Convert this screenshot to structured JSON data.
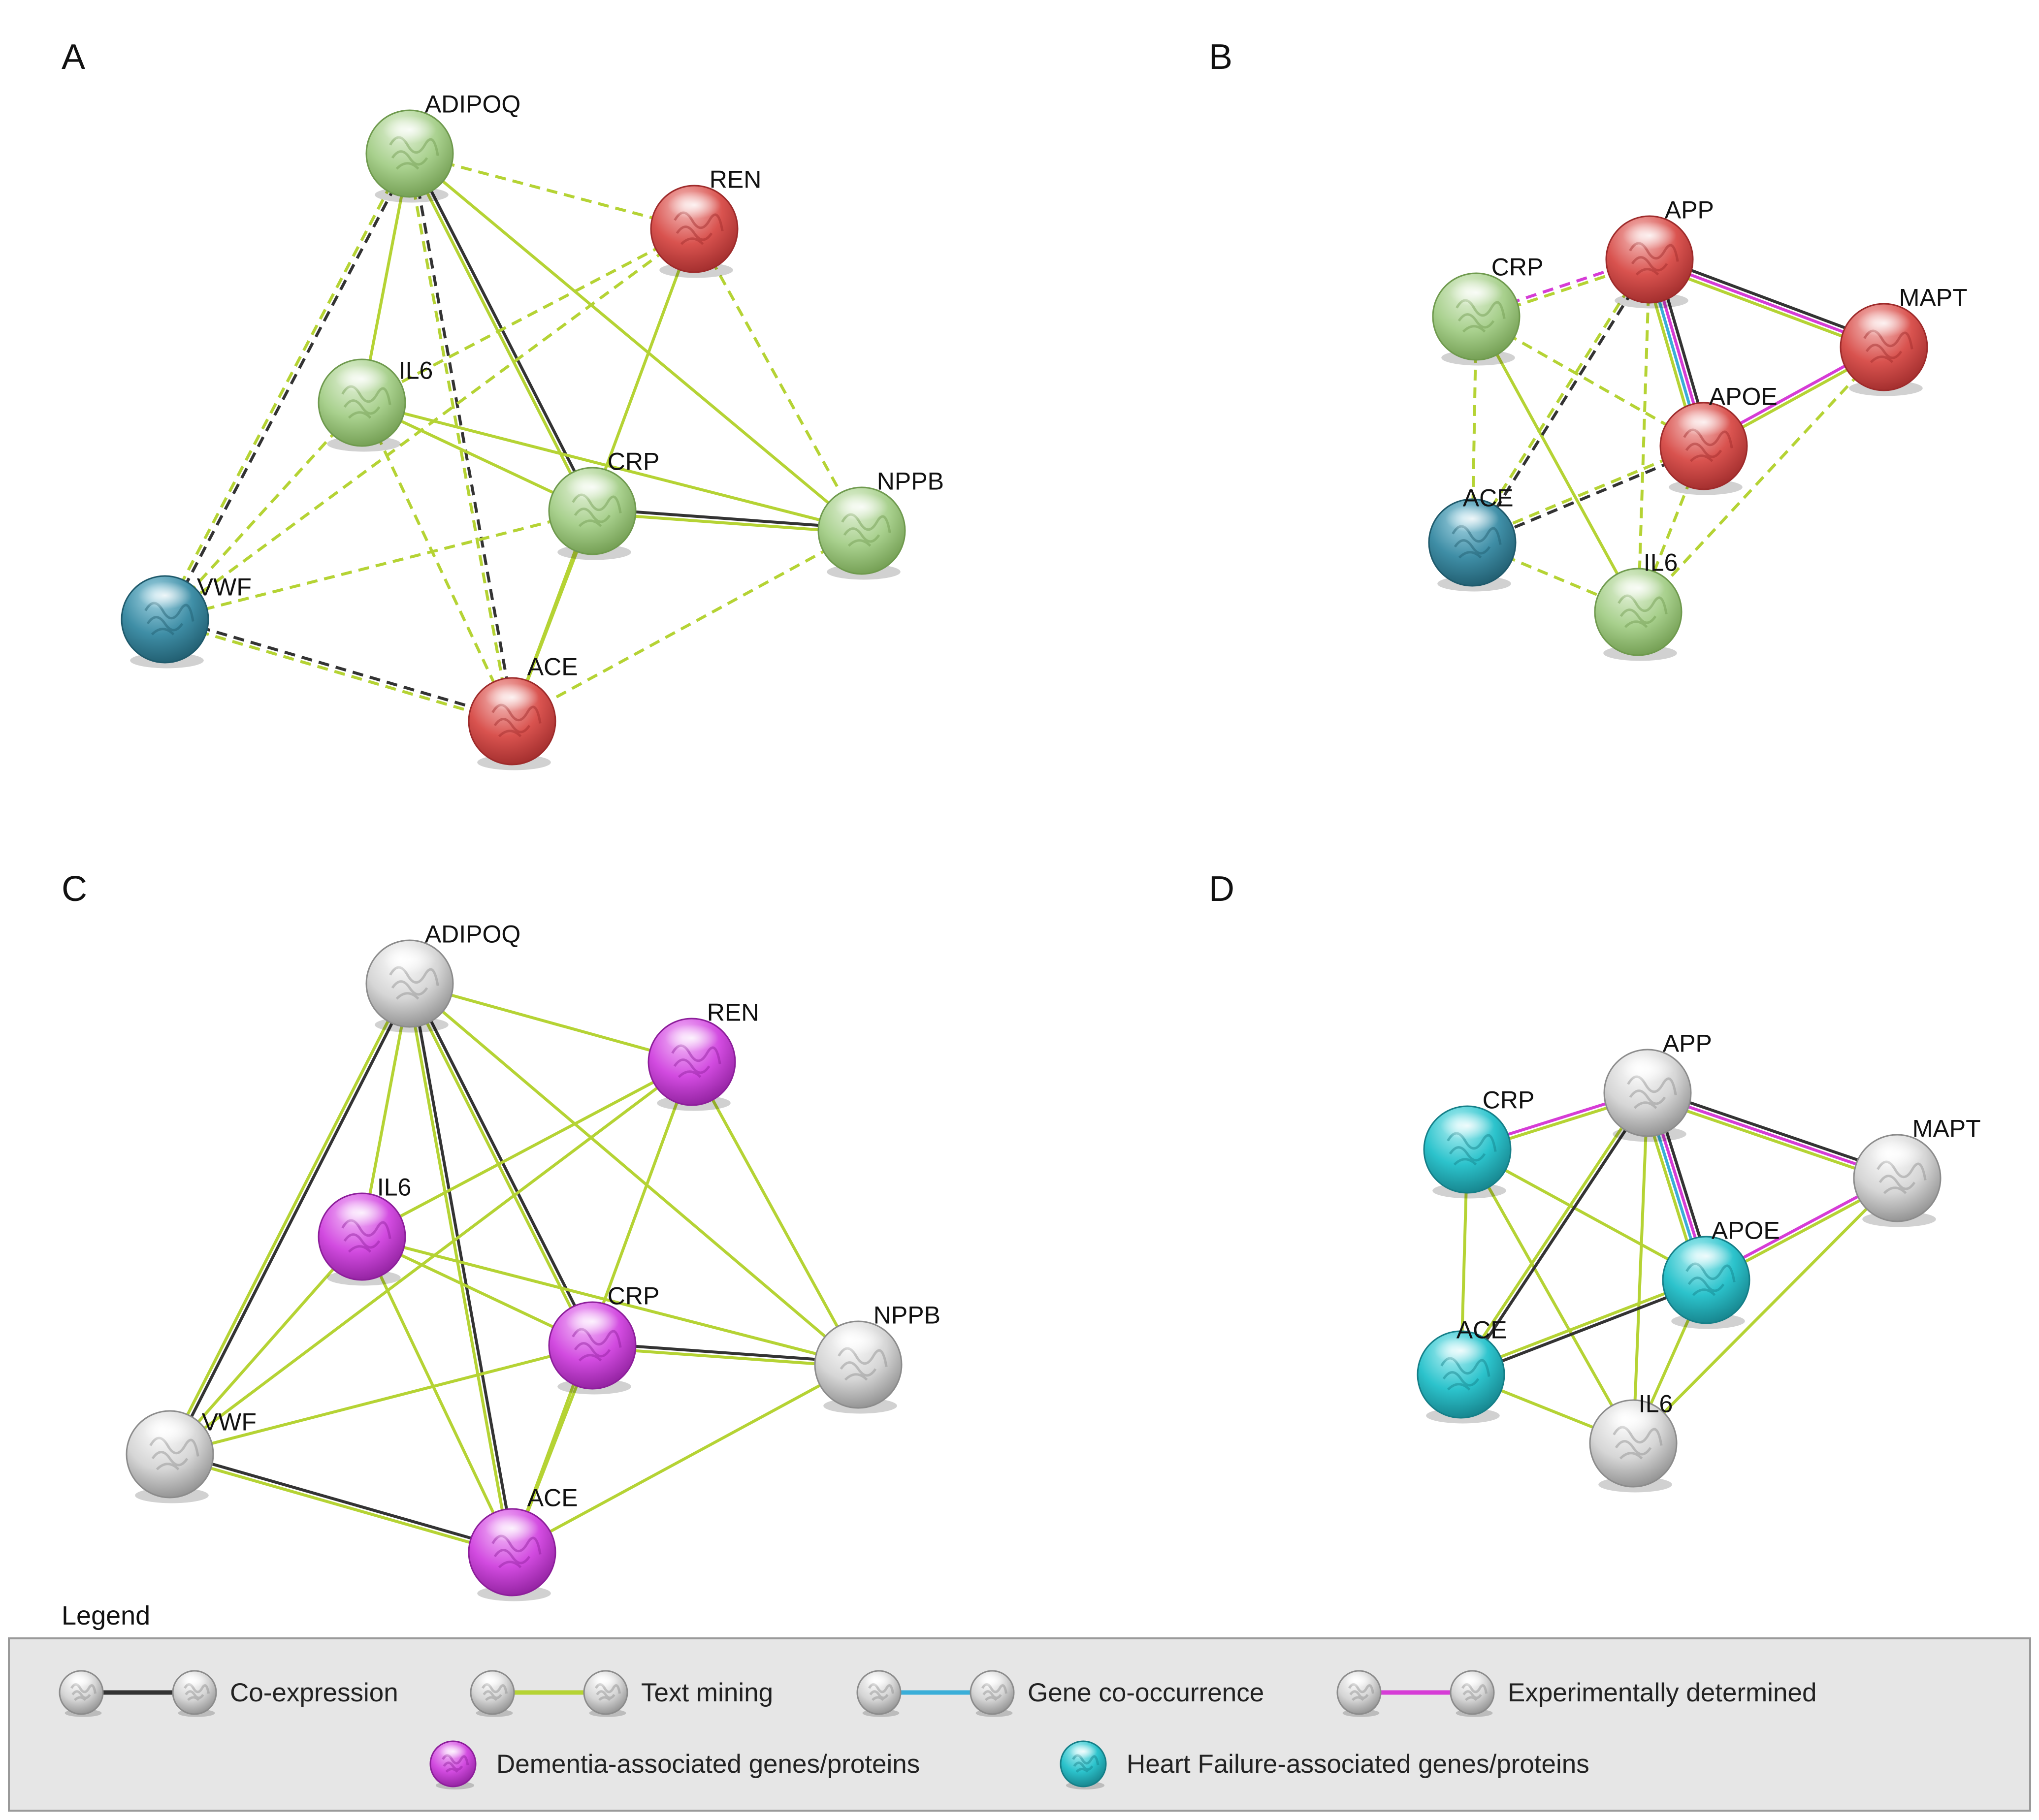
{
  "panels": [
    {
      "letter": "A",
      "nodes": [
        {
          "id": "ADIPOQ",
          "label": "ADIPOQ",
          "color": "green"
        },
        {
          "id": "REN",
          "label": "REN",
          "color": "red"
        },
        {
          "id": "IL6",
          "label": "IL6",
          "color": "green"
        },
        {
          "id": "CRP",
          "label": "CRP",
          "color": "green"
        },
        {
          "id": "NPPB",
          "label": "NPPB",
          "color": "green"
        },
        {
          "id": "VWF",
          "label": "VWF",
          "color": "blue"
        },
        {
          "id": "ACE",
          "label": "ACE",
          "color": "red"
        }
      ],
      "edges": [
        {
          "from": "ADIPOQ",
          "to": "REN",
          "types": [
            "text-mining"
          ],
          "dashed": true
        },
        {
          "from": "ADIPOQ",
          "to": "IL6",
          "types": [
            "text-mining"
          ],
          "dashed": false
        },
        {
          "from": "ADIPOQ",
          "to": "CRP",
          "types": [
            "co-expression",
            "text-mining"
          ],
          "dashed": false
        },
        {
          "from": "ADIPOQ",
          "to": "NPPB",
          "types": [
            "text-mining"
          ],
          "dashed": false
        },
        {
          "from": "ADIPOQ",
          "to": "VWF",
          "types": [
            "co-expression",
            "text-mining"
          ],
          "dashed": true
        },
        {
          "from": "ADIPOQ",
          "to": "ACE",
          "types": [
            "co-expression",
            "text-mining"
          ],
          "dashed": true
        },
        {
          "from": "REN",
          "to": "IL6",
          "types": [
            "text-mining"
          ],
          "dashed": true
        },
        {
          "from": "REN",
          "to": "VWF",
          "types": [
            "text-mining"
          ],
          "dashed": true
        },
        {
          "from": "REN",
          "to": "ACE",
          "types": [
            "text-mining"
          ],
          "dashed": false
        },
        {
          "from": "REN",
          "to": "NPPB",
          "types": [
            "text-mining"
          ],
          "dashed": true
        },
        {
          "from": "IL6",
          "to": "CRP",
          "types": [
            "text-mining"
          ],
          "dashed": false
        },
        {
          "from": "IL6",
          "to": "NPPB",
          "types": [
            "text-mining"
          ],
          "dashed": false
        },
        {
          "from": "IL6",
          "to": "VWF",
          "types": [
            "text-mining"
          ],
          "dashed": true
        },
        {
          "from": "IL6",
          "to": "ACE",
          "types": [
            "text-mining"
          ],
          "dashed": true
        },
        {
          "from": "CRP",
          "to": "NPPB",
          "types": [
            "co-expression",
            "text-mining"
          ],
          "dashed": false
        },
        {
          "from": "CRP",
          "to": "VWF",
          "types": [
            "text-mining"
          ],
          "dashed": true
        },
        {
          "from": "CRP",
          "to": "ACE",
          "types": [
            "text-mining"
          ],
          "dashed": false
        },
        {
          "from": "NPPB",
          "to": "ACE",
          "types": [
            "text-mining"
          ],
          "dashed": true
        },
        {
          "from": "VWF",
          "to": "ACE",
          "types": [
            "co-expression",
            "text-mining"
          ],
          "dashed": true
        }
      ]
    },
    {
      "letter": "B",
      "nodes": [
        {
          "id": "CRP",
          "label": "CRP",
          "color": "green"
        },
        {
          "id": "APP",
          "label": "APP",
          "color": "red"
        },
        {
          "id": "MAPT",
          "label": "MAPT",
          "color": "red"
        },
        {
          "id": "APOE",
          "label": "APOE",
          "color": "red"
        },
        {
          "id": "ACE",
          "label": "ACE",
          "color": "blue"
        },
        {
          "id": "IL6",
          "label": "IL6",
          "color": "green"
        }
      ],
      "edges": [
        {
          "from": "CRP",
          "to": "APP",
          "types": [
            "experimental",
            "text-mining"
          ],
          "dashed": true
        },
        {
          "from": "CRP",
          "to": "APOE",
          "types": [
            "text-mining"
          ],
          "dashed": true
        },
        {
          "from": "CRP",
          "to": "ACE",
          "types": [
            "text-mining"
          ],
          "dashed": true
        },
        {
          "from": "CRP",
          "to": "IL6",
          "types": [
            "text-mining"
          ],
          "dashed": false
        },
        {
          "from": "APP",
          "to": "MAPT",
          "types": [
            "co-expression",
            "experimental",
            "text-mining"
          ],
          "dashed": false
        },
        {
          "from": "APP",
          "to": "APOE",
          "types": [
            "co-expression",
            "experimental",
            "gene-cooccurrence",
            "text-mining"
          ],
          "dashed": false
        },
        {
          "from": "APP",
          "to": "ACE",
          "types": [
            "co-expression",
            "text-mining"
          ],
          "dashed": true
        },
        {
          "from": "APP",
          "to": "IL6",
          "types": [
            "text-mining"
          ],
          "dashed": true
        },
        {
          "from": "APOE",
          "to": "MAPT",
          "types": [
            "experimental",
            "text-mining"
          ],
          "dashed": false
        },
        {
          "from": "APOE",
          "to": "ACE",
          "types": [
            "co-expression",
            "text-mining"
          ],
          "dashed": true
        },
        {
          "from": "APOE",
          "to": "IL6",
          "types": [
            "text-mining"
          ],
          "dashed": true
        },
        {
          "from": "MAPT",
          "to": "IL6",
          "types": [
            "text-mining"
          ],
          "dashed": true
        },
        {
          "from": "ACE",
          "to": "IL6",
          "types": [
            "text-mining"
          ],
          "dashed": true
        }
      ]
    },
    {
      "letter": "C",
      "nodes": [
        {
          "id": "ADIPOQ",
          "label": "ADIPOQ",
          "color": "white"
        },
        {
          "id": "REN",
          "label": "REN",
          "color": "magenta"
        },
        {
          "id": "IL6",
          "label": "IL6",
          "color": "magenta"
        },
        {
          "id": "CRP",
          "label": "CRP",
          "color": "magenta"
        },
        {
          "id": "NPPB",
          "label": "NPPB",
          "color": "white"
        },
        {
          "id": "VWF",
          "label": "VWF",
          "color": "white"
        },
        {
          "id": "ACE",
          "label": "ACE",
          "color": "magenta"
        }
      ],
      "edges": [
        {
          "from": "ADIPOQ",
          "to": "REN",
          "types": [
            "text-mining"
          ],
          "dashed": false
        },
        {
          "from": "ADIPOQ",
          "to": "IL6",
          "types": [
            "text-mining"
          ],
          "dashed": false
        },
        {
          "from": "ADIPOQ",
          "to": "CRP",
          "types": [
            "co-expression",
            "text-mining"
          ],
          "dashed": false
        },
        {
          "from": "ADIPOQ",
          "to": "NPPB",
          "types": [
            "text-mining"
          ],
          "dashed": false
        },
        {
          "from": "ADIPOQ",
          "to": "VWF",
          "types": [
            "co-expression",
            "text-mining"
          ],
          "dashed": false
        },
        {
          "from": "ADIPOQ",
          "to": "ACE",
          "types": [
            "co-expression",
            "text-mining"
          ],
          "dashed": false
        },
        {
          "from": "REN",
          "to": "IL6",
          "types": [
            "text-mining"
          ],
          "dashed": false
        },
        {
          "from": "REN",
          "to": "VWF",
          "types": [
            "text-mining"
          ],
          "dashed": false
        },
        {
          "from": "REN",
          "to": "ACE",
          "types": [
            "text-mining"
          ],
          "dashed": false
        },
        {
          "from": "REN",
          "to": "NPPB",
          "types": [
            "text-mining"
          ],
          "dashed": false
        },
        {
          "from": "IL6",
          "to": "CRP",
          "types": [
            "text-mining"
          ],
          "dashed": false
        },
        {
          "from": "IL6",
          "to": "NPPB",
          "types": [
            "text-mining"
          ],
          "dashed": false
        },
        {
          "from": "IL6",
          "to": "VWF",
          "types": [
            "text-mining"
          ],
          "dashed": false
        },
        {
          "from": "IL6",
          "to": "ACE",
          "types": [
            "text-mining"
          ],
          "dashed": false
        },
        {
          "from": "CRP",
          "to": "NPPB",
          "types": [
            "co-expression",
            "text-mining"
          ],
          "dashed": false
        },
        {
          "from": "CRP",
          "to": "VWF",
          "types": [
            "text-mining"
          ],
          "dashed": false
        },
        {
          "from": "CRP",
          "to": "ACE",
          "types": [
            "text-mining"
          ],
          "dashed": false
        },
        {
          "from": "NPPB",
          "to": "ACE",
          "types": [
            "text-mining"
          ],
          "dashed": false
        },
        {
          "from": "VWF",
          "to": "ACE",
          "types": [
            "co-expression",
            "text-mining"
          ],
          "dashed": false
        }
      ]
    },
    {
      "letter": "D",
      "nodes": [
        {
          "id": "CRP",
          "label": "CRP",
          "color": "cyan"
        },
        {
          "id": "APP",
          "label": "APP",
          "color": "white"
        },
        {
          "id": "MAPT",
          "label": "MAPT",
          "color": "white"
        },
        {
          "id": "APOE",
          "label": "APOE",
          "color": "cyan"
        },
        {
          "id": "ACE",
          "label": "ACE",
          "color": "cyan"
        },
        {
          "id": "IL6",
          "label": "IL6",
          "color": "white"
        }
      ],
      "edges": [
        {
          "from": "CRP",
          "to": "APP",
          "types": [
            "experimental",
            "text-mining"
          ],
          "dashed": false
        },
        {
          "from": "CRP",
          "to": "APOE",
          "types": [
            "text-mining"
          ],
          "dashed": false
        },
        {
          "from": "CRP",
          "to": "ACE",
          "types": [
            "text-mining"
          ],
          "dashed": false
        },
        {
          "from": "CRP",
          "to": "IL6",
          "types": [
            "text-mining"
          ],
          "dashed": false
        },
        {
          "from": "APP",
          "to": "MAPT",
          "types": [
            "co-expression",
            "experimental",
            "text-mining"
          ],
          "dashed": false
        },
        {
          "from": "APP",
          "to": "APOE",
          "types": [
            "co-expression",
            "experimental",
            "gene-cooccurrence",
            "text-mining"
          ],
          "dashed": false
        },
        {
          "from": "APP",
          "to": "ACE",
          "types": [
            "co-expression",
            "text-mining"
          ],
          "dashed": false
        },
        {
          "from": "APP",
          "to": "IL6",
          "types": [
            "text-mining"
          ],
          "dashed": false
        },
        {
          "from": "APOE",
          "to": "MAPT",
          "types": [
            "experimental",
            "text-mining"
          ],
          "dashed": false
        },
        {
          "from": "APOE",
          "to": "ACE",
          "types": [
            "co-expression",
            "text-mining"
          ],
          "dashed": false
        },
        {
          "from": "APOE",
          "to": "IL6",
          "types": [
            "text-mining"
          ],
          "dashed": false
        },
        {
          "from": "MAPT",
          "to": "IL6",
          "types": [
            "text-mining"
          ],
          "dashed": false
        },
        {
          "from": "ACE",
          "to": "IL6",
          "types": [
            "text-mining"
          ],
          "dashed": false
        }
      ]
    }
  ],
  "edge_colors": {
    "co-expression": "#333333",
    "text-mining": "#b5d334",
    "gene-cooccurrence": "#3aaed8",
    "experimental": "#d63cd6"
  },
  "node_colors": {
    "green": {
      "base": "#a8d08d",
      "dark": "#6f9a4e",
      "light": "#e6f3dc"
    },
    "red": {
      "base": "#d9534f",
      "dark": "#9e2b2b",
      "light": "#f6c5c3"
    },
    "blue": {
      "base": "#3f8ea6",
      "dark": "#1f5a6c",
      "light": "#a9d8e6"
    },
    "white": {
      "base": "#d6d6d6",
      "dark": "#8c8c8c",
      "light": "#ffffff"
    },
    "magenta": {
      "base": "#d24be0",
      "dark": "#8d1f9b",
      "light": "#f5c2fa"
    },
    "cyan": {
      "base": "#2cc3cc",
      "dark": "#157f88",
      "light": "#b9f2f5"
    }
  },
  "legend": {
    "title": "Legend",
    "edge_items": [
      {
        "type": "co-expression",
        "label": "Co-expression"
      },
      {
        "type": "text-mining",
        "label": "Text mining"
      },
      {
        "type": "gene-cooccurrence",
        "label": "Gene co-occurrence"
      },
      {
        "type": "experimental",
        "label": "Experimentally determined"
      }
    ],
    "node_items": [
      {
        "color": "magenta",
        "label": "Dementia-associated genes/proteins"
      },
      {
        "color": "cyan",
        "label": "Heart Failure-associated genes/proteins"
      }
    ]
  }
}
